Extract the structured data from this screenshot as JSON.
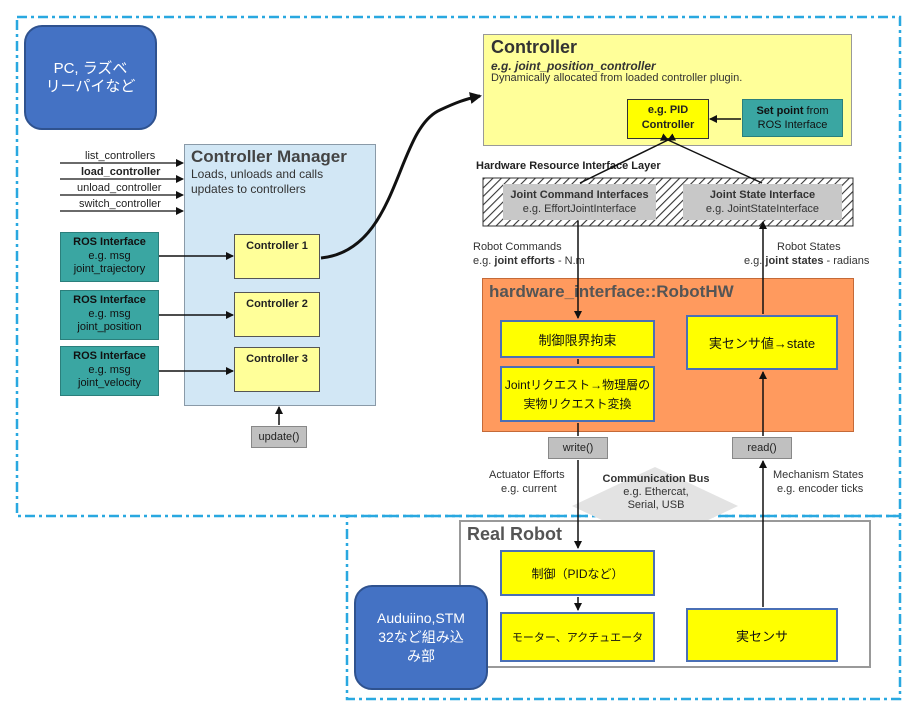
{
  "pc_label": {
    "line1": "PC, ラズベ",
    "line2": "リーパイなど"
  },
  "embedded_label": {
    "line1": "Auduiino,STM",
    "line2": "32など組み込",
    "line3": "み部"
  },
  "controller": {
    "title": "Controller",
    "example": "e.g. joint_position_controller",
    "desc": "Dynamically allocated from loaded controller plugin.",
    "pid_line1": "e.g. PID",
    "pid_line2": "Controller",
    "setpoint_bold": "Set point",
    "setpoint_rest": " from",
    "setpoint_line2": "ROS Interface"
  },
  "manager": {
    "title": "Controller Manager",
    "desc1": "Loads, unloads and calls",
    "desc2": "updates to controllers",
    "services": [
      "list_controllers",
      "load_controller",
      "unload_controller",
      "switch_controller"
    ],
    "controllers": [
      "Controller 1",
      "Controller 2",
      "Controller 3"
    ],
    "update": "update()"
  },
  "ros_interfaces": [
    {
      "title": "ROS Interface",
      "line2": "e.g. msg",
      "line3": "joint_trajectory"
    },
    {
      "title": "ROS Interface",
      "line2": "e.g. msg",
      "line3": "joint_position"
    },
    {
      "title": "ROS Interface",
      "line2": "e.g. msg",
      "line3": "joint_velocity"
    }
  ],
  "hw_layer": {
    "title": "Hardware Resource Interface Layer",
    "cmd_title": "Joint Command Interfaces",
    "cmd_sub": "e.g. EffortJointInterface",
    "state_title": "Joint State Interface",
    "state_sub": "e.g. JointStateInterface"
  },
  "robot_commands": {
    "line1": "Robot Commands",
    "pre": "e.g. ",
    "bold": "joint efforts",
    "post": " - N.m"
  },
  "robot_states": {
    "line1": "Robot States",
    "pre": "e.g. ",
    "bold": "joint states",
    "post": " - radians"
  },
  "robothw": {
    "title": "hardware_interface::RobotHW",
    "limits": "制御限界拘束",
    "transform1": "Jointリクエスト→物理層の",
    "transform2": "実物リクエスト変換",
    "sensor_state": "実センサ値→state",
    "write": "write()",
    "read": "read()"
  },
  "actuator_efforts": {
    "line1": "Actuator Efforts",
    "line2": "e.g. current"
  },
  "mechanism_states": {
    "line1": "Mechanism States",
    "line2": "e.g. encoder ticks"
  },
  "comm_bus": {
    "title": "Communication Bus",
    "line2": "e.g. Ethercat,",
    "line3": "Serial, USB"
  },
  "real_robot": {
    "title": "Real Robot",
    "control": "制御（PIDなど）",
    "motor": "モーター、アクチュエータ",
    "sensor": "実センサ"
  },
  "colors": {
    "dash_border": "#29a8e0",
    "blue_label": "#4472c4",
    "controller_bg": "#ffff99",
    "manager_bg": "#d2e7f5",
    "teal": "#3aa6a2",
    "robothw_bg": "#ff9a5e",
    "yellow_box": "#ffff00",
    "gray_box": "#c0c0c0"
  }
}
